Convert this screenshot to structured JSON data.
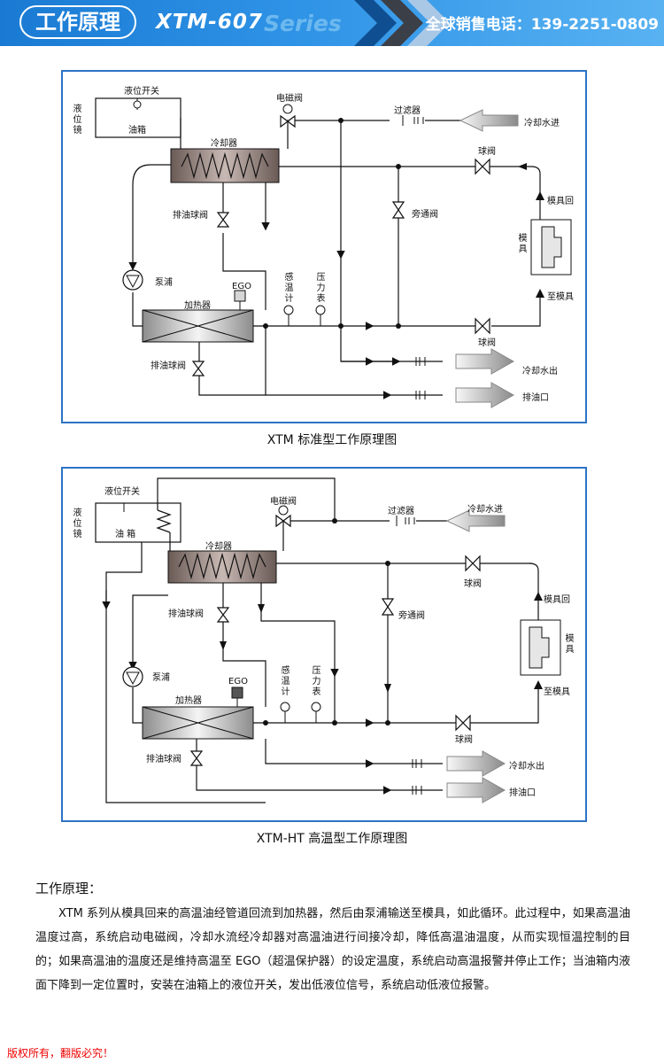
{
  "banner": {
    "title": "工作原理",
    "model": "XTM-607",
    "series": "Series",
    "hotline": "全球销售电话：139-2251-0809"
  },
  "diagram1": {
    "caption": "XTM 标准型工作原理图",
    "labels": {
      "level_switch": "液位开关",
      "level_gauge": "液位镜",
      "oil_tank": "油箱",
      "solenoid": "电磁阀",
      "filter": "过滤器",
      "cooling_in": "冷却水进",
      "cooler": "冷却器",
      "ball_valve_top": "球阀",
      "drain_valve_top": "排油球阀",
      "bypass": "旁通阀",
      "mold_return": "模具回",
      "mold": "模具",
      "pump": "泵浦",
      "ego": "EGO",
      "heater": "加热器",
      "thermometer": "感温计",
      "pressure_gauge": "压力表",
      "to_mold": "至模具",
      "ball_valve_bottom": "球阀",
      "drain_valve_bottom": "排油球阀",
      "cooling_out": "冷却水出",
      "drain_port": "排油口"
    }
  },
  "diagram2": {
    "caption": "XTM-HT 高温型工作原理图",
    "labels": {
      "level_switch": "液位开关",
      "level_gauge": "液位镜",
      "oil_tank": "油 箱",
      "solenoid": "电磁阀",
      "filter": "过滤器",
      "cooling_in": "冷却水进",
      "cooler": "冷却器",
      "ball_valve_top": "球阀",
      "drain_valve_top": "排油球阀",
      "bypass": "旁通阀",
      "mold_return": "模具回",
      "mold": "模具",
      "pump": "泵浦",
      "ego": "EGO",
      "heater": "加热器",
      "thermometer": "感温计",
      "pressure_gauge": "压力表",
      "to_mold": "至模具",
      "ball_valve_bottom": "球阀",
      "drain_valve_bottom": "排油球阀",
      "cooling_out": "冷却水出",
      "drain_port": "排油口"
    }
  },
  "description": {
    "heading": "工作原理：",
    "body": "XTM 系列从模具回来的高温油经管道回流到加热器，然后由泵浦输送至模具，如此循环。此过程中，如果高温油温度过高，系统启动电磁阀，冷却水流经冷却器对高温油进行间接冷却，降低高温油温度，从而实现恒温控制的目的；如果高温油的温度还是维持高温至 EGO（超温保护器）的设定温度，系统启动高温报警并停止工作；当油箱内液面下降到一定位置时，安装在油箱上的液位开关，发出低液位信号，系统启动低液位报警。"
  },
  "footer": "版权所有，翻版必究！"
}
